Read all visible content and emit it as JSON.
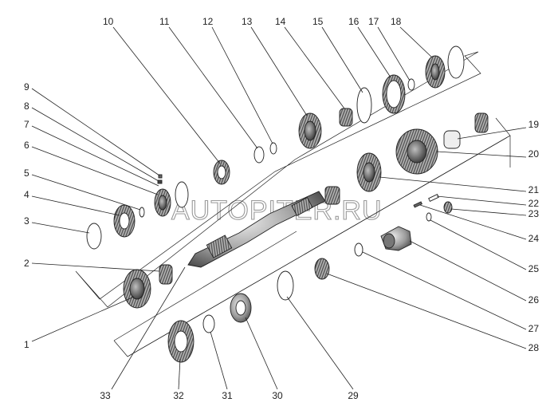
{
  "watermark": "AUTOPITER.RU",
  "callouts": [
    {
      "id": "1",
      "label": "1"
    },
    {
      "id": "2",
      "label": "2"
    },
    {
      "id": "3",
      "label": "3"
    },
    {
      "id": "4",
      "label": "4"
    },
    {
      "id": "5",
      "label": "5"
    },
    {
      "id": "6",
      "label": "6"
    },
    {
      "id": "7",
      "label": "7"
    },
    {
      "id": "8",
      "label": "8"
    },
    {
      "id": "9",
      "label": "9"
    },
    {
      "id": "10",
      "label": "10"
    },
    {
      "id": "11",
      "label": "11"
    },
    {
      "id": "12",
      "label": "12"
    },
    {
      "id": "13",
      "label": "13"
    },
    {
      "id": "14",
      "label": "14"
    },
    {
      "id": "15",
      "label": "15"
    },
    {
      "id": "16",
      "label": "16"
    },
    {
      "id": "17",
      "label": "17"
    },
    {
      "id": "18",
      "label": "18"
    },
    {
      "id": "19",
      "label": "19"
    },
    {
      "id": "20",
      "label": "20"
    },
    {
      "id": "21",
      "label": "21"
    },
    {
      "id": "22",
      "label": "22"
    },
    {
      "id": "23",
      "label": "23"
    },
    {
      "id": "24",
      "label": "24"
    },
    {
      "id": "25",
      "label": "25"
    },
    {
      "id": "26",
      "label": "26"
    },
    {
      "id": "27",
      "label": "27"
    },
    {
      "id": "28",
      "label": "28"
    },
    {
      "id": "29",
      "label": "29"
    },
    {
      "id": "30",
      "label": "30"
    },
    {
      "id": "31",
      "label": "31"
    },
    {
      "id": "32",
      "label": "32"
    },
    {
      "id": "33",
      "label": "33"
    }
  ]
}
